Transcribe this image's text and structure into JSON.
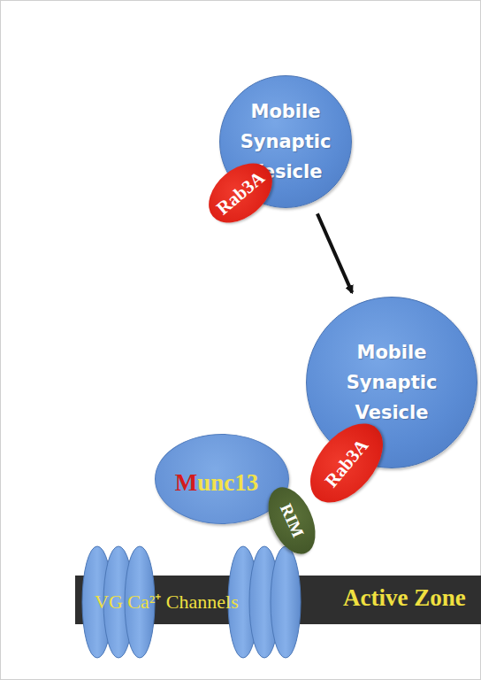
{
  "diagram": {
    "nodes": [
      {
        "text": [
          "Mobile Synaptic Vesicle"
        ]
      },
      {
        "text": [
          "Rab3A"
        ]
      },
      {
        "text": [
          "Mobile Synaptic Vesicle"
        ]
      },
      {
        "text": [
          "Munc13"
        ]
      },
      {
        "text": [
          "Rab3A"
        ]
      },
      {
        "text": [
          "RIM"
        ]
      },
      {
        "text": [
          "VG Ca²⁺ Channels",
          "Active Zone"
        ]
      }
    ],
    "edges": [
      {
        "from": 0,
        "to": 2,
        "arrow": "to"
      }
    ]
  }
}
